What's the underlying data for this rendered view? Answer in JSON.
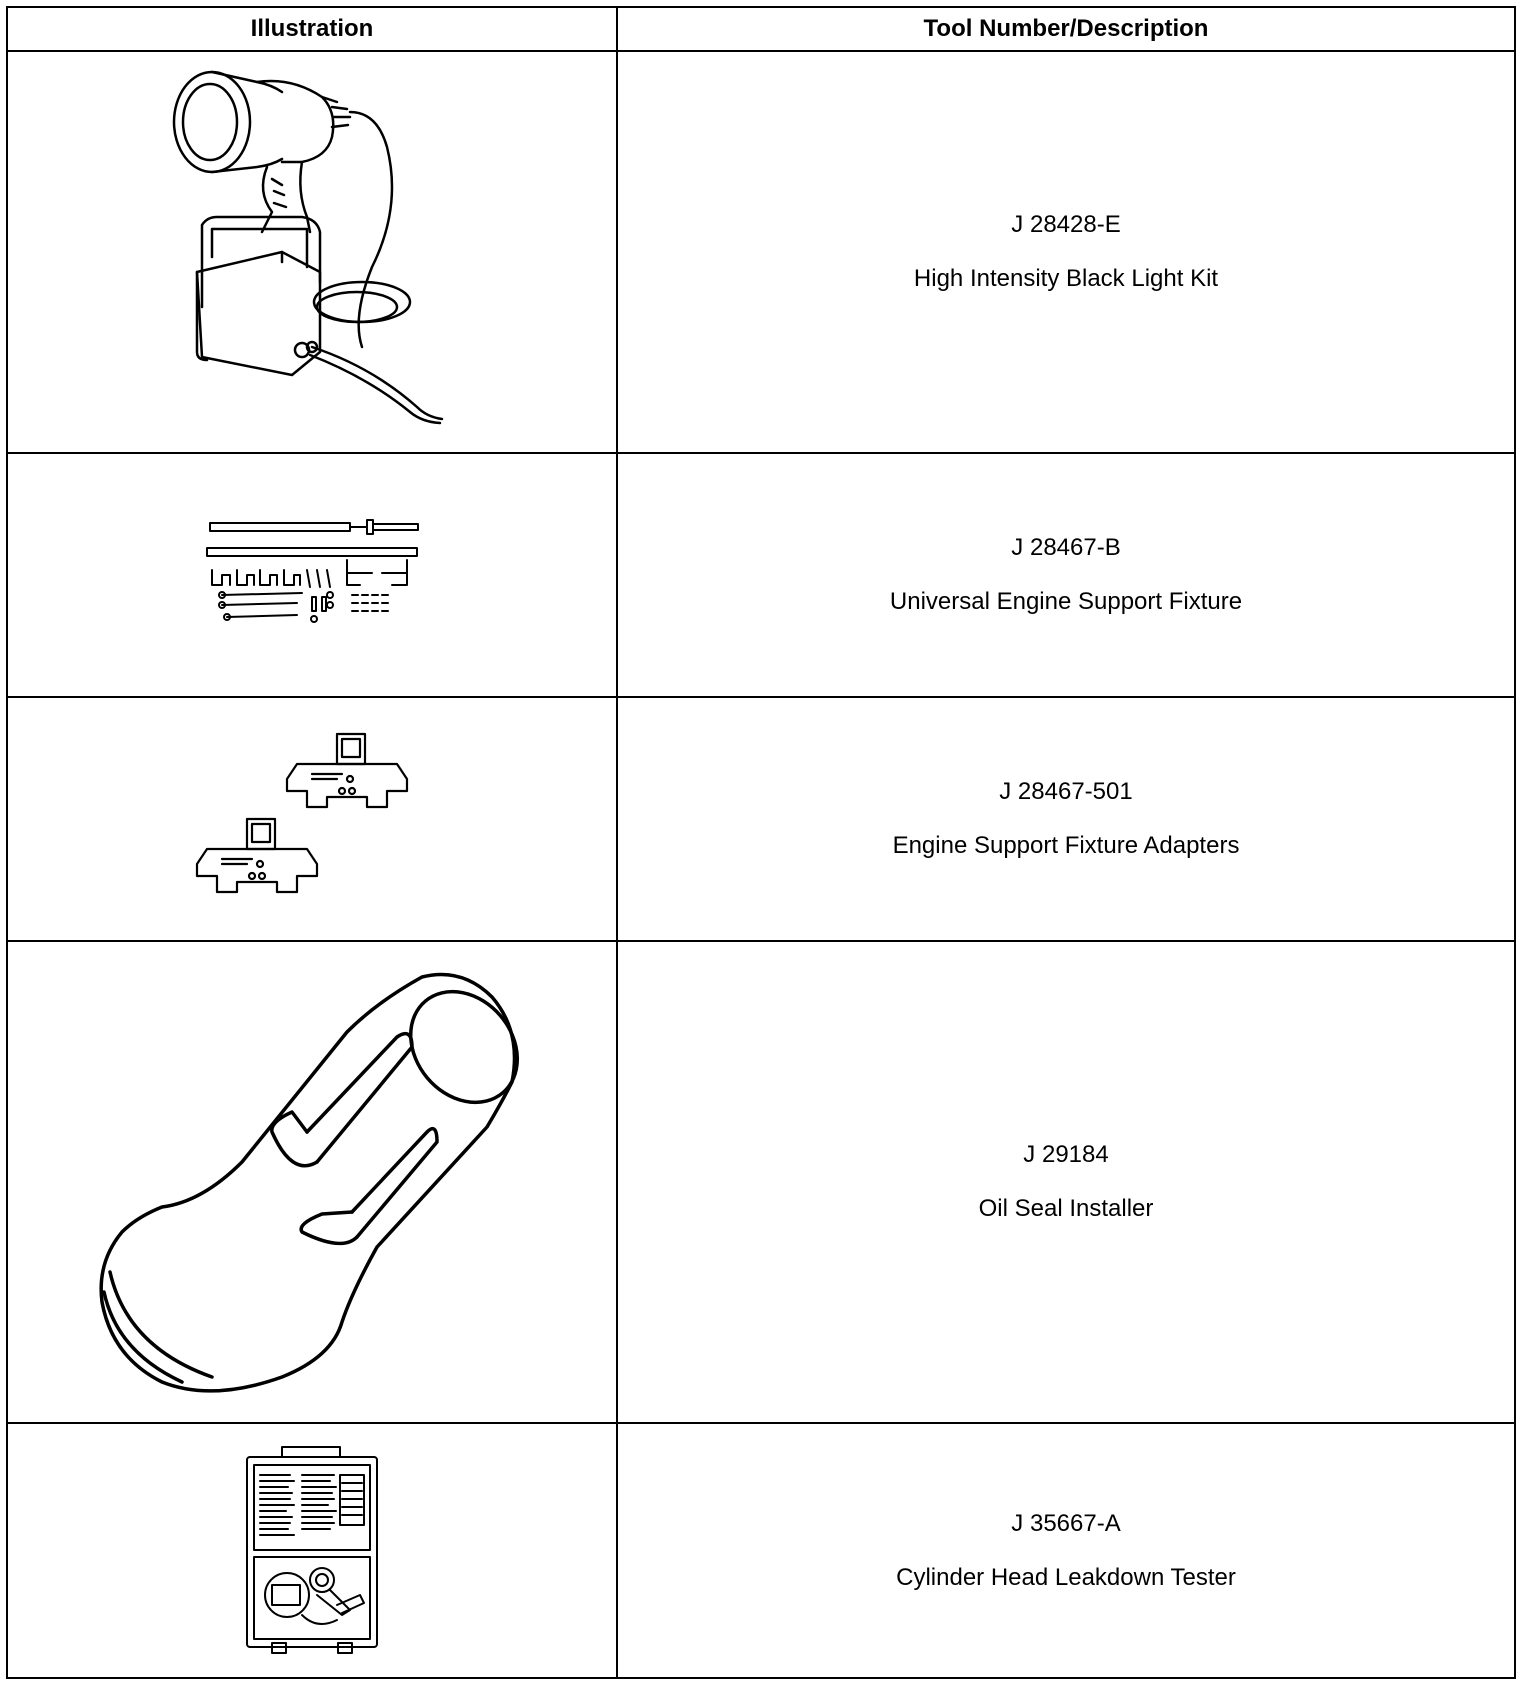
{
  "table": {
    "headers": [
      "Illustration",
      "Tool Number/Description"
    ],
    "rows": [
      {
        "icon": "black-light-kit-icon",
        "number": "J 28428-E",
        "description": "High Intensity Black Light Kit"
      },
      {
        "icon": "engine-support-fixture-icon",
        "number": "J 28467-B",
        "description": "Universal Engine Support Fixture"
      },
      {
        "icon": "fixture-adapters-icon",
        "number": "J 28467-501",
        "description": "Engine Support Fixture Adapters"
      },
      {
        "icon": "oil-seal-installer-icon",
        "number": "J 29184",
        "description": "Oil Seal Installer"
      },
      {
        "icon": "leakdown-tester-case-icon",
        "number": "J 35667-A",
        "description": "Cylinder Head Leakdown Tester"
      }
    ]
  }
}
